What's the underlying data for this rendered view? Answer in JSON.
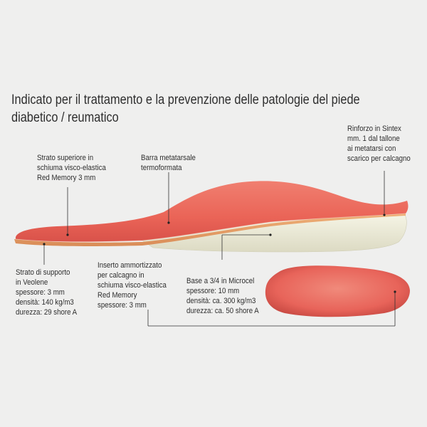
{
  "title": {
    "line1": "Indicato per il trattamento e la prevenzione delle patologie del piede",
    "line2": "diabetico / reumatico"
  },
  "labels": {
    "top_layer": [
      "Strato superiore in",
      "schiuma visco-elastica",
      "Red Memory 3 mm"
    ],
    "metatarsal_bar": [
      "Barra metatarsale",
      "termoformata"
    ],
    "reinforcement": [
      "Rinforzo in Sintex",
      "mm. 1 dal tallone",
      "ai metatarsi con",
      "scarico per calcagno"
    ],
    "support_layer": [
      "Strato di supporto",
      "in Veolene",
      "spessore: 3 mm",
      "densità: 140 kg/m3",
      "durezza: 29 shore A"
    ],
    "heel_insert": [
      "Inserto ammortizzato",
      "per calcagno in",
      "schiuma visco-elastica",
      "Red Memory",
      "spessore: 3 mm"
    ],
    "base": [
      "Base a 3/4 in Microcel",
      "spessore: 10 mm",
      "densità: ca. 300 kg/m3",
      "durezza: ca. 50 shore A"
    ]
  },
  "colors": {
    "background": "#efefee",
    "top_layer": "#ee6b5e",
    "base_foam": "#f1f0dc",
    "support_layer": "#e9a46a",
    "leader_line": "#333333"
  }
}
